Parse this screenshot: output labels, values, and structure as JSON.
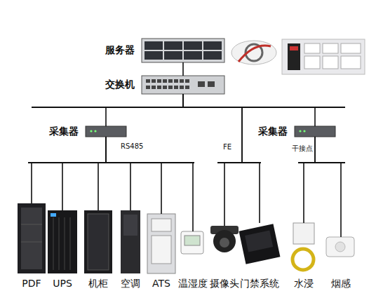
{
  "diagram": {
    "nodes": [
      {
        "text": [
          "服务器"
        ]
      },
      {
        "text": [
          "交换机"
        ]
      },
      {
        "text": [
          "采集器"
        ]
      },
      {
        "text": [
          "采集器"
        ]
      },
      {
        "text": [
          "PDF"
        ]
      },
      {
        "text": [
          "UPS"
        ]
      },
      {
        "text": [
          "机柜"
        ]
      },
      {
        "text": [
          "空调"
        ]
      },
      {
        "text": [
          "ATS"
        ]
      },
      {
        "text": [
          "温湿度"
        ]
      },
      {
        "text": [
          "摄像头"
        ]
      },
      {
        "text": [
          "门禁系统"
        ]
      },
      {
        "text": [
          "水浸"
        ]
      },
      {
        "text": [
          "烟感"
        ]
      }
    ],
    "edges": [
      {
        "from": 0,
        "to": 1,
        "arrow": "none"
      },
      {
        "from": 1,
        "to": 2,
        "arrow": "none"
      },
      {
        "from": 1,
        "to": 10,
        "arrow": "none"
      },
      {
        "from": 1,
        "to": 11,
        "arrow": "none"
      },
      {
        "from": 1,
        "to": 3,
        "arrow": "none"
      },
      {
        "from": 2,
        "to": 4,
        "arrow": "none"
      },
      {
        "from": 2,
        "to": 5,
        "arrow": "none"
      },
      {
        "from": 2,
        "to": 6,
        "arrow": "none"
      },
      {
        "from": 2,
        "to": 7,
        "arrow": "none"
      },
      {
        "from": 2,
        "to": 8,
        "arrow": "none"
      },
      {
        "from": 2,
        "to": 9,
        "arrow": "none"
      },
      {
        "from": 3,
        "to": 12,
        "arrow": "none"
      },
      {
        "from": 3,
        "to": 13,
        "arrow": "none"
      }
    ],
    "labels": [
      "RS485",
      "FE",
      "干接点"
    ]
  }
}
